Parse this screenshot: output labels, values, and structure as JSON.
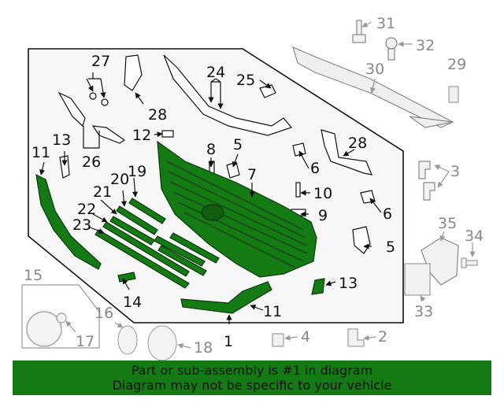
{
  "colors": {
    "part_green": "#147a14",
    "banner": "#147a14",
    "outline": "#111111",
    "ghost": "#9a9a9a"
  },
  "callouts": {
    "c1": "1",
    "c2": "2",
    "c3": "3",
    "c4": "4",
    "c5a": "5",
    "c5b": "5",
    "c6a": "6",
    "c6b": "6",
    "c7": "7",
    "c8": "8",
    "c9": "9",
    "c10": "10",
    "c11a": "11",
    "c11b": "11",
    "c12": "12",
    "c13a": "13",
    "c13b": "13",
    "c14": "14",
    "c15": "15",
    "c16": "16",
    "c17": "17",
    "c18": "18",
    "c19": "19",
    "c20": "20",
    "c21": "21",
    "c22": "22",
    "c23": "23",
    "c24": "24",
    "c25": "25",
    "c26": "26",
    "c27": "27",
    "c28a": "28",
    "c28b": "28",
    "c29": "29",
    "c30": "30",
    "c31": "31",
    "c32": "32",
    "c33": "33",
    "c34": "34",
    "c35": "35"
  },
  "banner": {
    "line1": "Part or sub-assembly is #1 in diagram",
    "line2": "Diagram may not be specific to your vehicle"
  }
}
